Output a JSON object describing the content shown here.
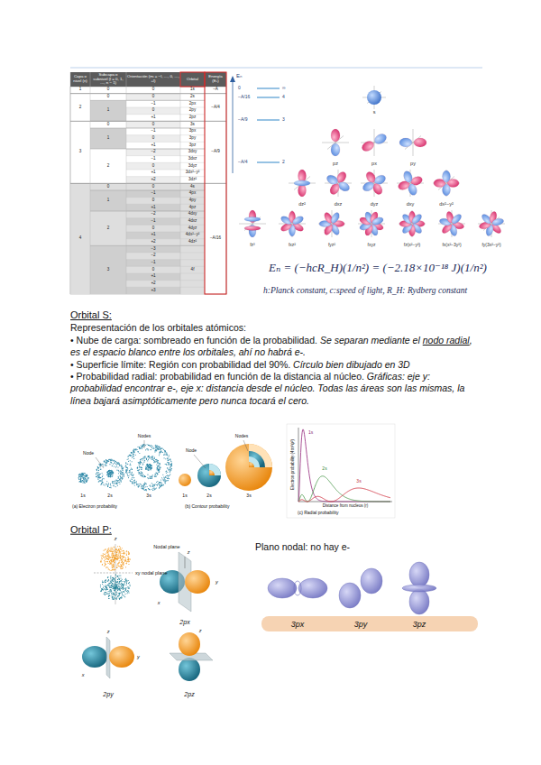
{
  "diagram": {
    "labels": [
      "Capa o nivel (n)",
      "Subcapa o subnivel (l = 0, 1, …, n − 1)",
      "Orientación (mₗ = −l, …, 0, …, +l)",
      "Orbital",
      "Energía (Eₙ)",
      "1",
      "0",
      "0",
      "1s",
      "−A",
      "2",
      "0",
      "0",
      "2s",
      "1",
      "−1",
      "2px",
      "0",
      "2py",
      "+1",
      "2pz",
      "−A/4",
      "3",
      "0",
      "0",
      "3s",
      "1",
      "−1",
      "3px",
      "0",
      "3py",
      "+1",
      "3pz",
      "2",
      "−2",
      "3dxy",
      "−1",
      "3dxz",
      "0",
      "3dyz",
      "+1",
      "3dx²−y²",
      "+2",
      "3dz²",
      "−A/9",
      "4",
      "0",
      "0",
      "4s",
      "1",
      "−1",
      "4px",
      "0",
      "4py",
      "+1",
      "4pz",
      "2",
      "−2",
      "4dxy",
      "−1",
      "4dxz",
      "0",
      "4dyz",
      "+1",
      "4dx²−y²",
      "+2",
      "4dz²",
      "3",
      "−3",
      "−2",
      "−1",
      "0",
      "+1",
      "+2",
      "+3",
      "4f",
      "−A/16",
      "Eₙ",
      "0",
      "∞",
      "−A/16",
      "4",
      "−A/9",
      "3",
      "−A/4",
      "2",
      "s",
      "pz",
      "px",
      "py",
      "dz²",
      "dxz",
      "dyz",
      "dxy",
      "dx²−y²",
      "fz³",
      "fxz²",
      "fyz²",
      "fxyz",
      "fz(x²−y²)",
      "fx(x²−3y²)",
      "fy(3x²−y²)",
      "Eₙ = (−hcR_H)(1/n²) = (−2.18×10⁻¹⁸ J)(1/n²)",
      "h:Planck constant, c:speed of light, R_H: Rydberg constant",
      "Orbital S:",
      "Representación de los orbitales atómicos:",
      "• Nube de carga: sombreado en función de la probabilidad.",
      "Se separan mediante el",
      "nodo radial",
      ", es el espacio blanco entre los orbitales, ahí no habrá e-.",
      "• Superficie límite: Región con probabilidad del 90%.",
      "Círculo bien dibujado en 3D",
      "• Probabilidad radial: probabilidad en función de la distancia al núcleo.",
      "Gráficas: eje y: probabilidad encontrar e-, eje x: distancia desde el núcleo. Todas las áreas son las mismas, la línea bajará asimptóticamente pero nunca tocará el cero.",
      "Node",
      "Nodes",
      "1s",
      "2s",
      "3s",
      "(a) Electron probability",
      "Node",
      "Nodes",
      "1s",
      "2s",
      "3s",
      "(b) Contour probability",
      "Electron probability (4πr²ψ²)",
      "1s",
      "2s",
      "3s",
      "Distance from nucleus (r)",
      "(c) Radial probability",
      "Orbital P:",
      "z",
      "xy nodal plane",
      "Nodal plane",
      "z",
      "x",
      "y",
      "2px",
      "z",
      "x",
      "y",
      "2py",
      "z",
      "2pz",
      "Plano nodal: no hay e-",
      "3px",
      "3py",
      "3pz"
    ]
  }
}
